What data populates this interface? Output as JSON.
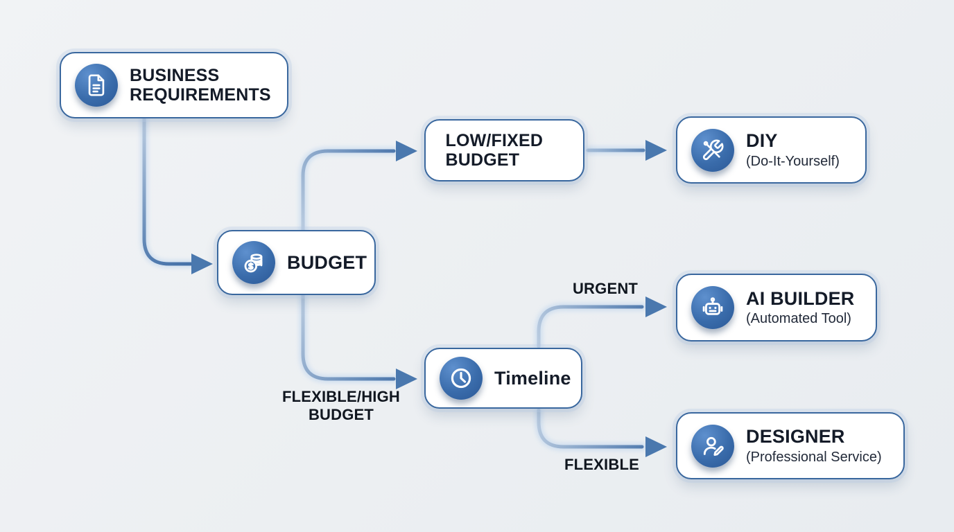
{
  "diagram": {
    "nodes": {
      "business_requirements": {
        "title": "BUSINESS REQUIREMENTS",
        "icon": "document-icon"
      },
      "budget": {
        "title": "BUDGET",
        "icon": "coins-icon"
      },
      "low_fixed_budget": {
        "title": "LOW/FIXED BUDGET",
        "icon": "none"
      },
      "diy": {
        "title": "DIY",
        "subtitle": "(Do-It-Yourself)",
        "icon": "tools-icon"
      },
      "timeline": {
        "title": "Timeline",
        "icon": "clock-icon"
      },
      "ai_builder": {
        "title": "AI BUILDER",
        "subtitle": "(Automated Tool)",
        "icon": "robot-icon"
      },
      "designer": {
        "title": "DESIGNER",
        "subtitle": "(Professional Service)",
        "icon": "person-pencil-icon"
      }
    },
    "edge_labels": {
      "urgent": "URGENT",
      "flexible_high_budget": "FLEXIBLE/HIGH BUDGET",
      "flexible": "FLEXIBLE"
    },
    "edges": [
      {
        "from": "business_requirements",
        "to": "budget",
        "label": ""
      },
      {
        "from": "budget",
        "to": "low_fixed_budget",
        "label": ""
      },
      {
        "from": "low_fixed_budget",
        "to": "diy",
        "label": ""
      },
      {
        "from": "budget",
        "to": "timeline",
        "label": "FLEXIBLE/HIGH BUDGET"
      },
      {
        "from": "timeline",
        "to": "ai_builder",
        "label": "URGENT"
      },
      {
        "from": "timeline",
        "to": "designer",
        "label": "FLEXIBLE"
      }
    ],
    "colors": {
      "background": "#edf0f3",
      "node_fill": "#ffffff",
      "node_border": "#39679e",
      "icon_blue": "#3a6cab",
      "arrow_light": "#bcccdf",
      "arrow_dark": "#3f6da6",
      "arrowhead": "#4a78ae",
      "text": "#141b28"
    }
  }
}
